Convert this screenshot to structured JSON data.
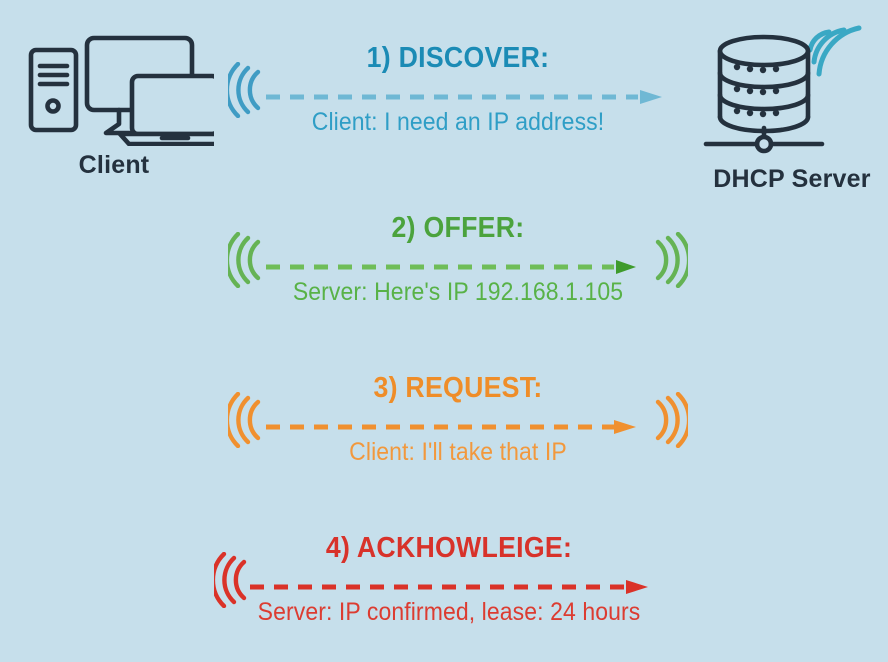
{
  "background_color": "#c6dfeb",
  "endpoints": {
    "client": {
      "label": "Client",
      "icon": "client-devices-icon",
      "color": "#24313e"
    },
    "server": {
      "label": "DHCP Server",
      "icon": "database-server-icon",
      "color": "#24313e",
      "signal_color": "#3aa8c4"
    }
  },
  "messages": [
    {
      "id": "discover",
      "title": "1) DISCOVER:",
      "subtitle": "Client: I need an IP address!",
      "color": "#3f9cc4",
      "direction": "client-to-server",
      "arc_left": true,
      "arc_right": false
    },
    {
      "id": "offer",
      "title": "2) OFFER:",
      "subtitle": "Server: Here's IP 192.168.1.105",
      "color": "#4ea83e",
      "direction": "server-to-client",
      "arc_left": true,
      "arc_right": true
    },
    {
      "id": "request",
      "title": "3) REQUEST:",
      "subtitle": "Client: I'll take that IP",
      "color": "#f0902f",
      "direction": "client-to-server",
      "arc_left": true,
      "arc_right": true
    },
    {
      "id": "ack",
      "title": "4) ACKHOWLEIGE:",
      "subtitle": "Server: IP confirmed, lease: 24 hours",
      "color": "#da3228",
      "direction": "server-to-client",
      "arc_left": true,
      "arc_right": false
    }
  ]
}
